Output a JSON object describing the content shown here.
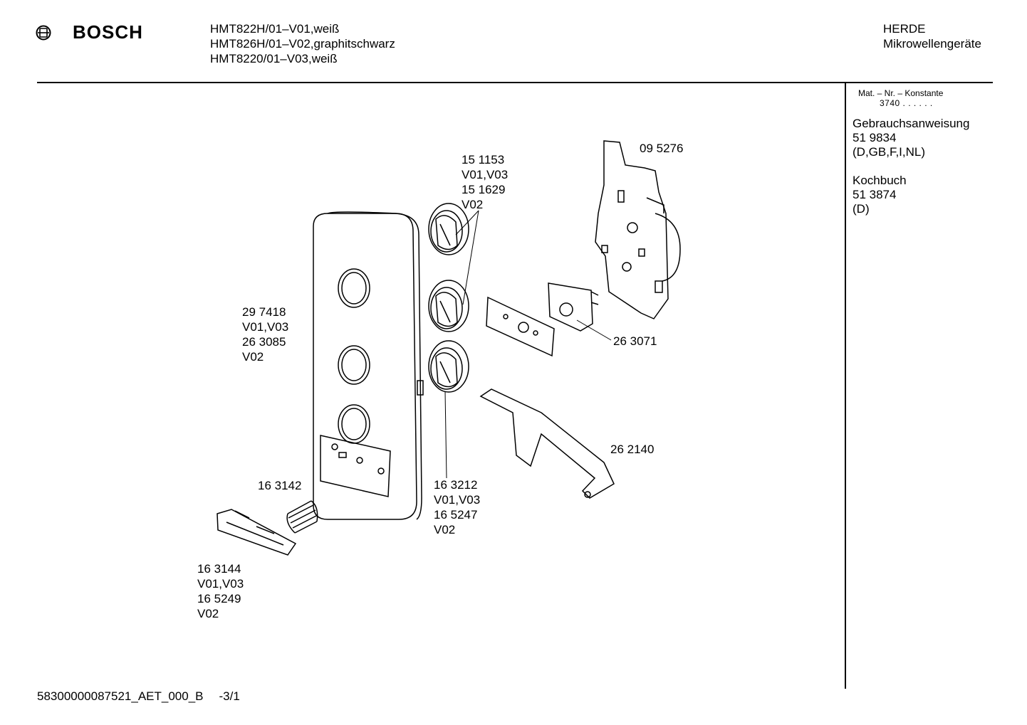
{
  "header": {
    "brand": "BOSCH",
    "models": [
      "HMT822H/01–V01,weiß",
      "HMT826H/01–V02,graphitschwarz",
      "HMT8220/01–V03,weiß"
    ],
    "category": [
      "HERDE",
      "Mikrowellengeräte"
    ]
  },
  "sidebar": {
    "mat_label": "Mat. – Nr. – Konstante",
    "mat_value": "3740 . .  . . . .",
    "manual": [
      "Gebrauchsanweisung",
      "51 9834",
      "(D,GB,F,I,NL)"
    ],
    "cookbook": [
      "Kochbuch",
      "51 3874",
      "(D)"
    ]
  },
  "parts": {
    "knobs_top": [
      "15 1153",
      "V01,V03",
      "15 1629",
      "V02"
    ],
    "mechanism": [
      "09 5276"
    ],
    "panel": [
      "29 7418",
      "V01,V03",
      "26 3085",
      "V02"
    ],
    "switch": [
      "26 3071"
    ],
    "bracket": [
      "26 2140"
    ],
    "spring": [
      "16 3142"
    ],
    "knob_bottom": [
      "16 3212",
      "V01,V03",
      "16 5247",
      "V02"
    ],
    "push_button": [
      "16 3144",
      "V01,V03",
      "16 5249",
      "V02"
    ]
  },
  "footer": {
    "doc_id": "58300000087521_AET_000_B",
    "page": "-3/1"
  }
}
